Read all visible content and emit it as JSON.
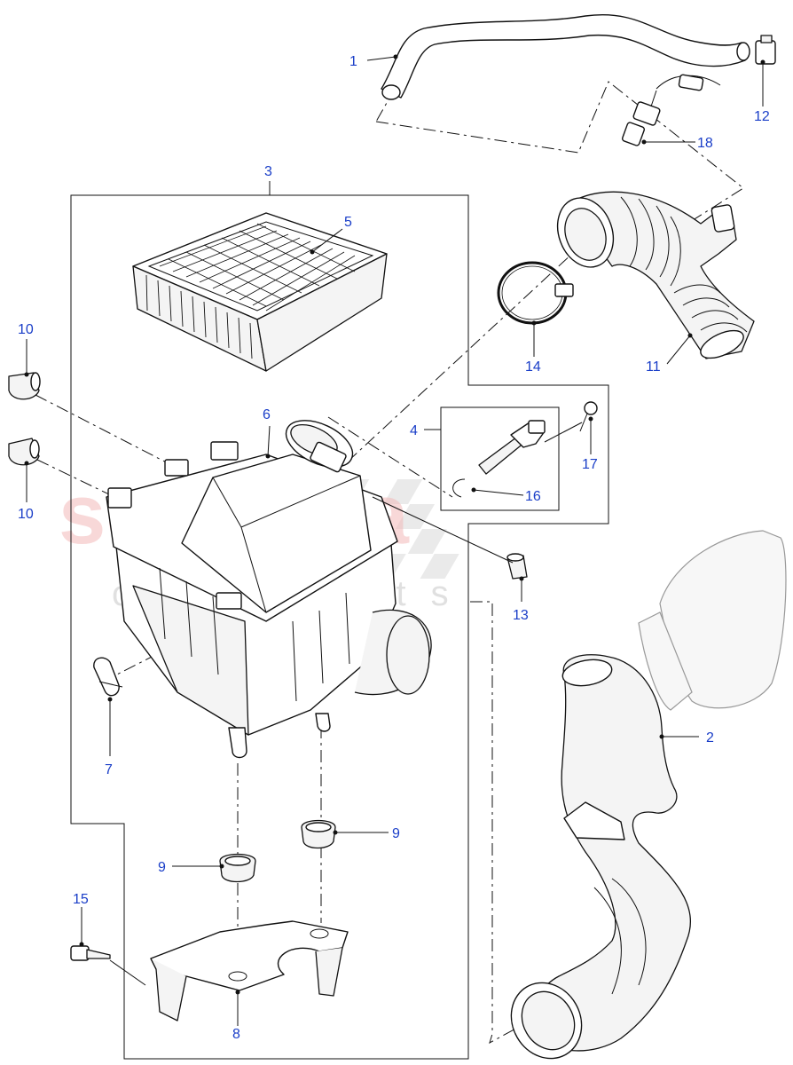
{
  "diagram": {
    "watermark": {
      "brand": "scuderia",
      "sub": "car parts"
    },
    "callouts": [
      {
        "id": "1",
        "label": "1"
      },
      {
        "id": "2",
        "label": "2"
      },
      {
        "id": "3",
        "label": "3"
      },
      {
        "id": "4",
        "label": "4"
      },
      {
        "id": "5",
        "label": "5"
      },
      {
        "id": "6",
        "label": "6"
      },
      {
        "id": "7",
        "label": "7"
      },
      {
        "id": "8",
        "label": "8"
      },
      {
        "id": "9a",
        "label": "9"
      },
      {
        "id": "9b",
        "label": "9"
      },
      {
        "id": "10a",
        "label": "10"
      },
      {
        "id": "10b",
        "label": "10"
      },
      {
        "id": "11",
        "label": "11"
      },
      {
        "id": "12",
        "label": "12"
      },
      {
        "id": "13",
        "label": "13"
      },
      {
        "id": "14",
        "label": "14"
      },
      {
        "id": "15",
        "label": "15"
      },
      {
        "id": "16",
        "label": "16"
      },
      {
        "id": "17",
        "label": "17"
      },
      {
        "id": "18",
        "label": "18"
      }
    ],
    "colors": {
      "callout_text": "#1a3ec8",
      "line": "#111111",
      "watermark": "#f3b9b9"
    }
  }
}
